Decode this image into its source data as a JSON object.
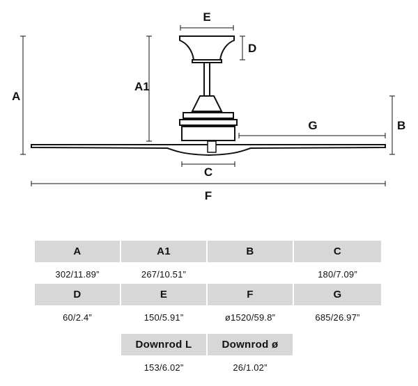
{
  "diagram_labels": {
    "A": "A",
    "A1": "A1",
    "B": "B",
    "C": "C",
    "D": "D",
    "E": "E",
    "F": "F",
    "G": "G"
  },
  "table": {
    "row1_headers": [
      "A",
      "A1",
      "B",
      "C"
    ],
    "row1_values": [
      "302/11.89”",
      "267/10.51”",
      "",
      "180/7.09”"
    ],
    "row2_headers": [
      "D",
      "E",
      "F",
      "G"
    ],
    "row2_values": [
      "60/2.4”",
      "150/5.91”",
      "ø1520/59.8”",
      "685/26.97”"
    ],
    "row3_headers": [
      "Downrod L",
      "Downrod ø"
    ],
    "row3_values": [
      "153/6.02”",
      "26/1.02”"
    ]
  }
}
